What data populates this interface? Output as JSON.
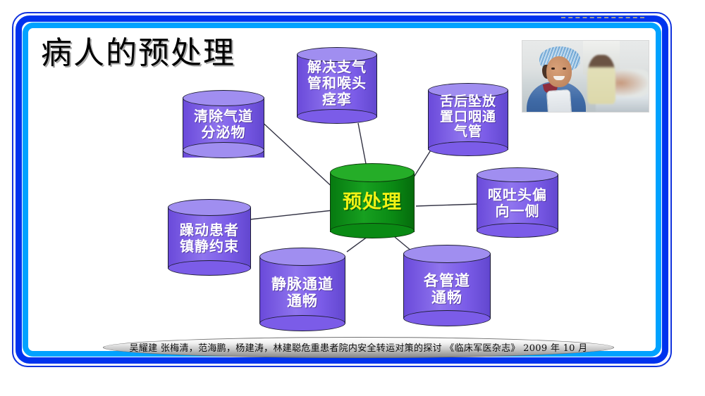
{
  "slide": {
    "title": "病人的预处理",
    "background_color": "#ffffff",
    "frame_colors": {
      "outer": "#1133dd",
      "middle": "#0033ee",
      "inner": "#00a2ff"
    }
  },
  "photo": {
    "alt": "nurse-in-blue-scrubs-and-surgical-cap-with-patient-in-hospital-bed"
  },
  "diagram": {
    "type": "radial-hub-and-spoke",
    "center": {
      "label": "预处理",
      "fill": "#0a8a14",
      "top_fill": "#1faa22",
      "text_color": "#f2f215"
    },
    "node_fill": "#7b5ce8",
    "node_top_fill": "#a08ef0",
    "node_text_color": "#ffffff",
    "nodes": [
      {
        "id": "clear-airway-secretions",
        "label": "清除气道\n分泌物"
      },
      {
        "id": "resolve-bronchial-laryngeal-spasm",
        "label": "解决支气\n管和喉头\n痉挛"
      },
      {
        "id": "oropharyngeal-airway-for-tongue-fallback",
        "label": "舌后坠放\n置口咽通\n气管"
      },
      {
        "id": "turn-head-to-side-on-vomiting",
        "label": "呕吐头偏\n向一侧"
      },
      {
        "id": "keep-tubes-patent",
        "label": "各管道\n通畅"
      },
      {
        "id": "keep-iv-access-patent",
        "label": "静脉通道\n通畅"
      },
      {
        "id": "sedate-and-restrain-agitated-patient",
        "label": "躁动患者\n镇静约束"
      }
    ]
  },
  "caption": {
    "text": "吴耀建 张梅清，范海鹏，杨建涛，林建聪危重患者院内安全转运对策的探讨 《临床军医杂志》 2009 年 10 月"
  }
}
